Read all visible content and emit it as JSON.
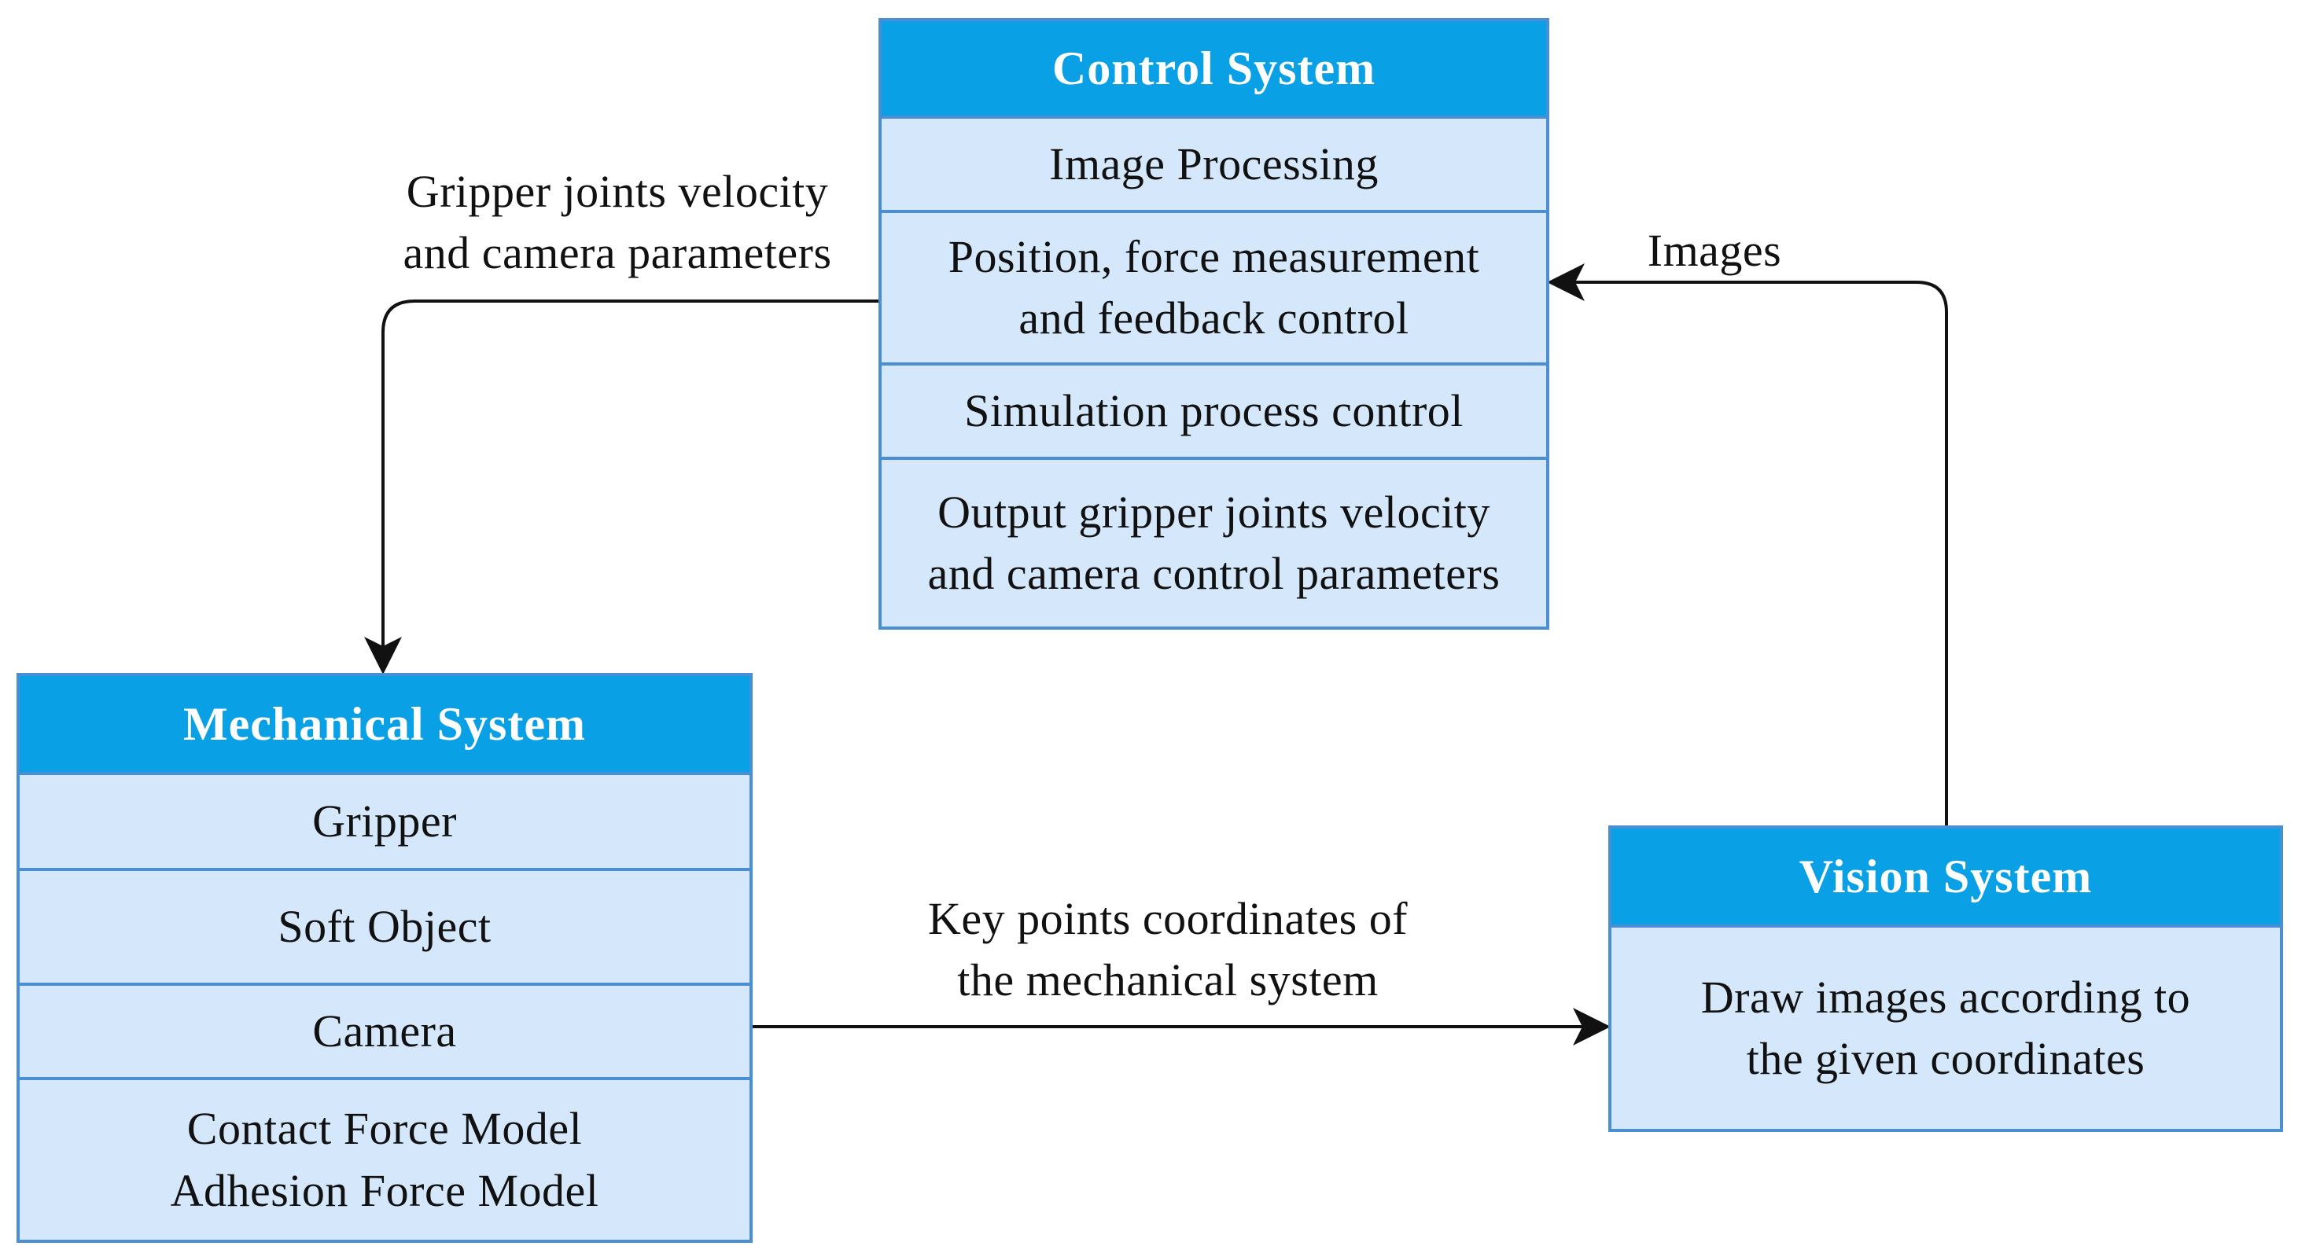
{
  "control_system": {
    "title": "Control System",
    "rows": [
      "Image Processing",
      "Position, force measurement\nand  feedback control",
      "Simulation process control",
      "Output gripper joints velocity\nand camera control parameters"
    ]
  },
  "mechanical_system": {
    "title": "Mechanical System",
    "rows": [
      "Gripper",
      "Soft Object",
      "Camera",
      "Contact Force Model\nAdhesion Force Model"
    ]
  },
  "vision_system": {
    "title": "Vision System",
    "rows": [
      "Draw images according to\nthe given coordinates"
    ]
  },
  "edges": {
    "control_to_mechanical": "Gripper joints velocity\nand camera parameters",
    "mechanical_to_vision": "Key points coordinates of\nthe mechanical system",
    "vision_to_control": "Images"
  },
  "colors": {
    "header_fill": "#0aa0e6",
    "row_fill": "#d4e7fb",
    "border": "#4a8fd3",
    "arrow": "#111111"
  }
}
